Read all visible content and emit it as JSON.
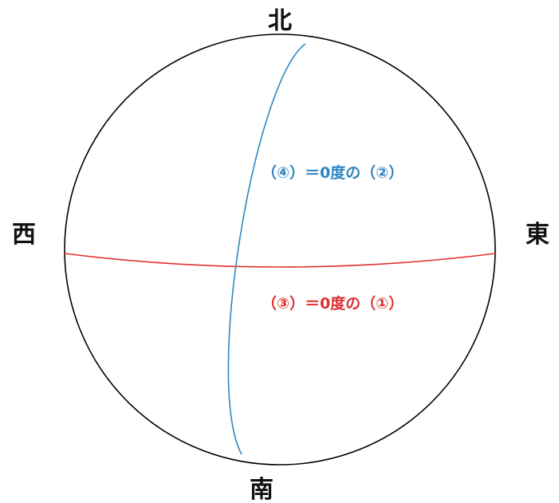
{
  "directions": {
    "north": "北",
    "south": "南",
    "east": "東",
    "west": "西"
  },
  "labels": {
    "meridian": "（④）＝0度の（②）",
    "equator": "（③）＝0度の（①）"
  },
  "colors": {
    "outline": "#000000",
    "meridian": "#2e86c1",
    "equator": "#e03030",
    "background": "#ffffff"
  }
}
